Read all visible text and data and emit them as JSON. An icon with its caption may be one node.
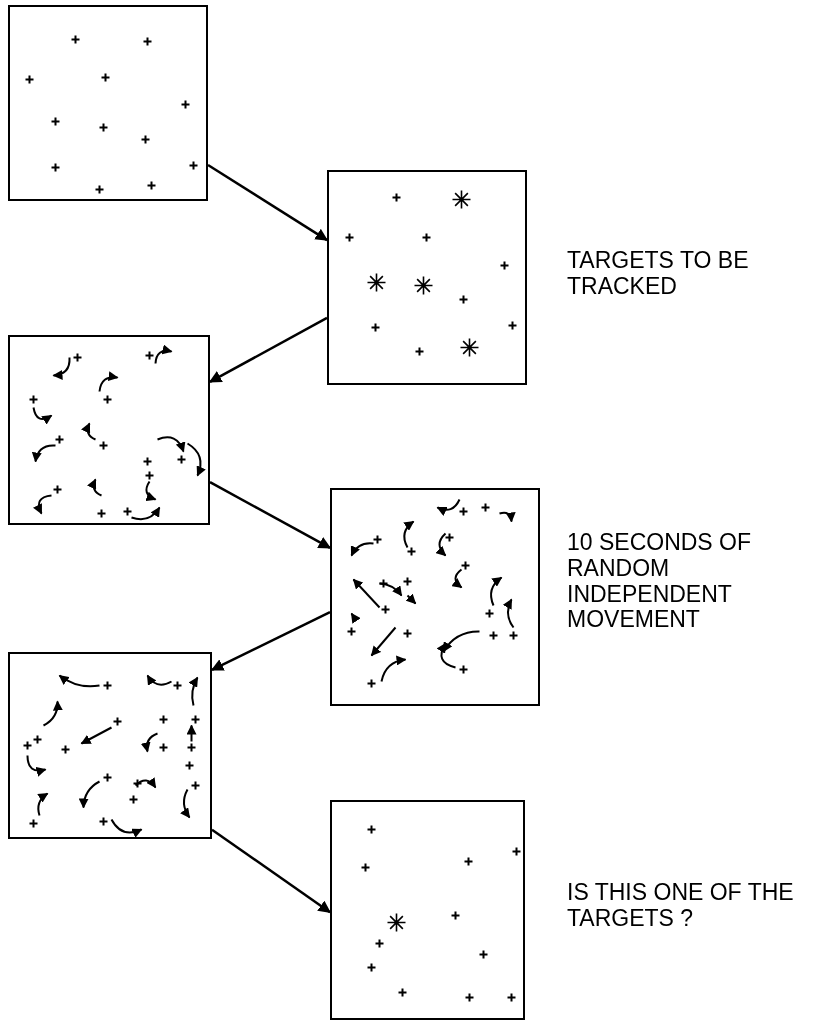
{
  "diagram": {
    "nodes": [
      {
        "text": [],
        "shape": "box"
      },
      {
        "text": [],
        "shape": "box",
        "beside": [
          "TARGETS TO BE TRACKED"
        ]
      },
      {
        "text": [],
        "shape": "box"
      },
      {
        "text": [],
        "shape": "box",
        "beside": [
          "10 SECONDS OF RANDOM INDEPENDENT MOVEMENT"
        ]
      },
      {
        "text": [],
        "shape": "box"
      },
      {
        "text": [],
        "shape": "box",
        "beside": [
          "IS THIS ONE OF THE TARGETS ?"
        ]
      }
    ],
    "edges": [
      {
        "from": 0,
        "to": 1,
        "arrow": "to"
      },
      {
        "from": 1,
        "to": 2,
        "arrow": "to"
      },
      {
        "from": 2,
        "to": 3,
        "arrow": "to"
      },
      {
        "from": 3,
        "to": 4,
        "arrow": "to"
      },
      {
        "from": 4,
        "to": 5,
        "arrow": "to"
      }
    ]
  }
}
